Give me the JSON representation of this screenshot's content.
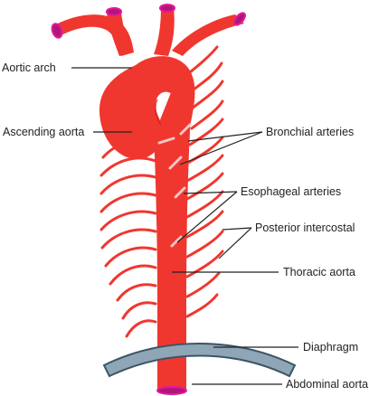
{
  "labels": {
    "aortic_arch": "Aortic arch",
    "ascending_aorta": "Ascending aorta",
    "bronchial_arteries": "Bronchial arteries",
    "esophageal_arteries": "Esophageal arteries",
    "posterior_intercostal": "Posterior intercostal",
    "thoracic_aorta": "Thoracic aorta",
    "diaphragm": "Diaphragm",
    "abdominal_aorta": "Abdominal aorta"
  },
  "colors": {
    "artery": "#f0372f",
    "artery_dark": "#c42018",
    "artery_opening": "#e4199a",
    "diaphragm": "#8fa6b6",
    "diaphragm_edge": "#3d5566",
    "leader_line": "#222222",
    "branch_stub": "#f7c6c6"
  }
}
